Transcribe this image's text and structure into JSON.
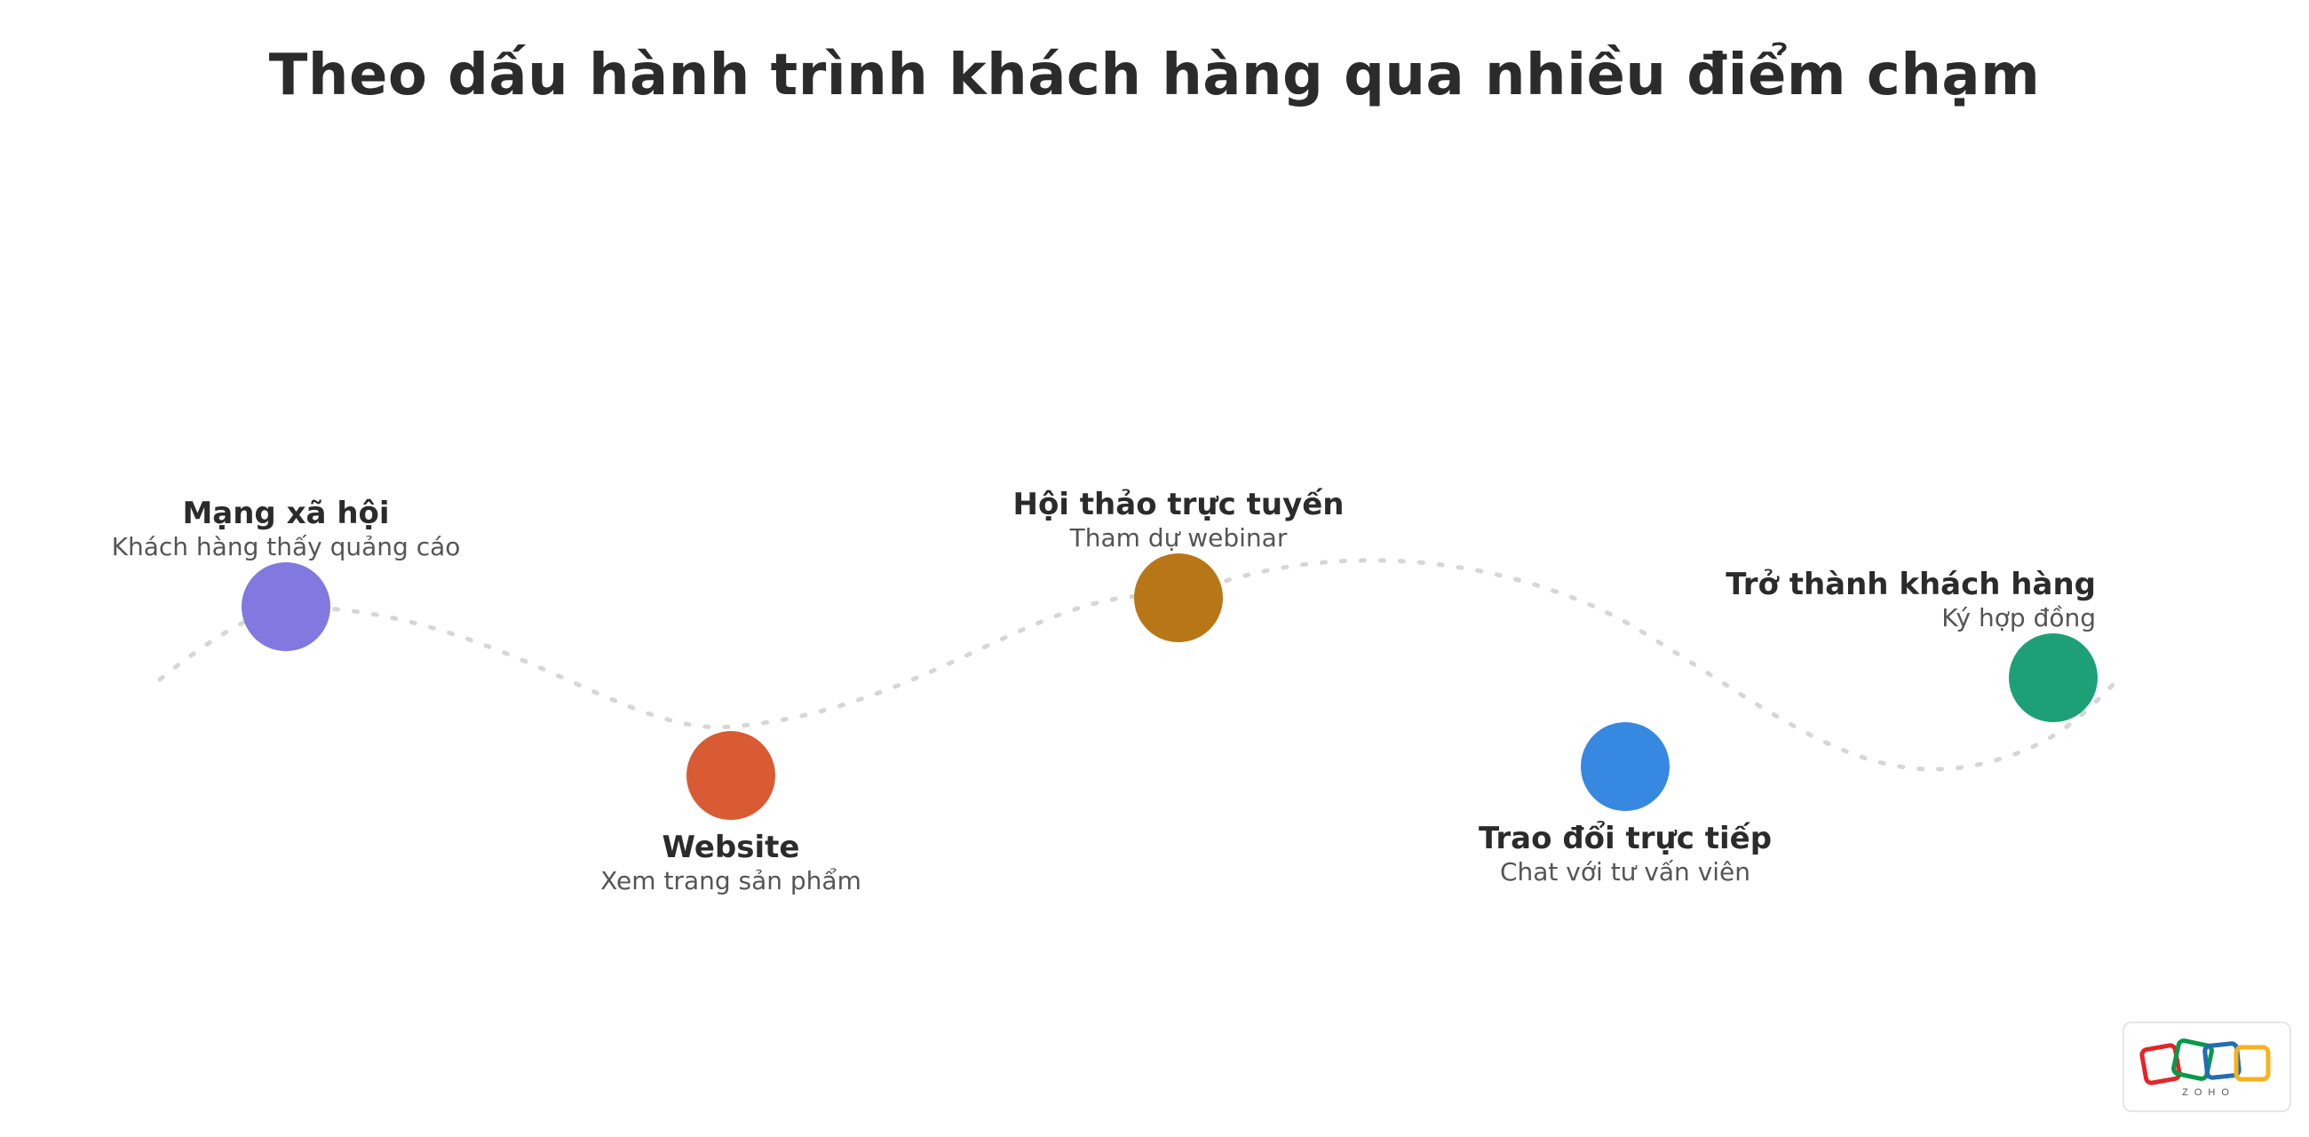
{
  "title": "Theo dấu hành trình khách hàng qua nhiều điểm chạm",
  "touchpoints": [
    {
      "name": "Mạng xã hội",
      "description": "Khách hàng thấy quảng cáo",
      "color": "#8178e0"
    },
    {
      "name": "Website",
      "description": "Xem trang sản phẩm",
      "color": "#d95b33"
    },
    {
      "name": "Hội thảo trực tuyến",
      "description": "Tham dự webinar",
      "color": "#b87717"
    },
    {
      "name": "Trao đổi trực tiếp",
      "description": "Chat với tư vấn viên",
      "color": "#3788e0"
    },
    {
      "name": "Trở thành khách hàng",
      "description": "Ký hợp đồng",
      "color": "#1ea076"
    }
  ],
  "path_color": "#d6d6d6",
  "logo": {
    "text": "ZOHO",
    "colors": [
      "#e42527",
      "#089949",
      "#226db4",
      "#f9b21d"
    ]
  }
}
